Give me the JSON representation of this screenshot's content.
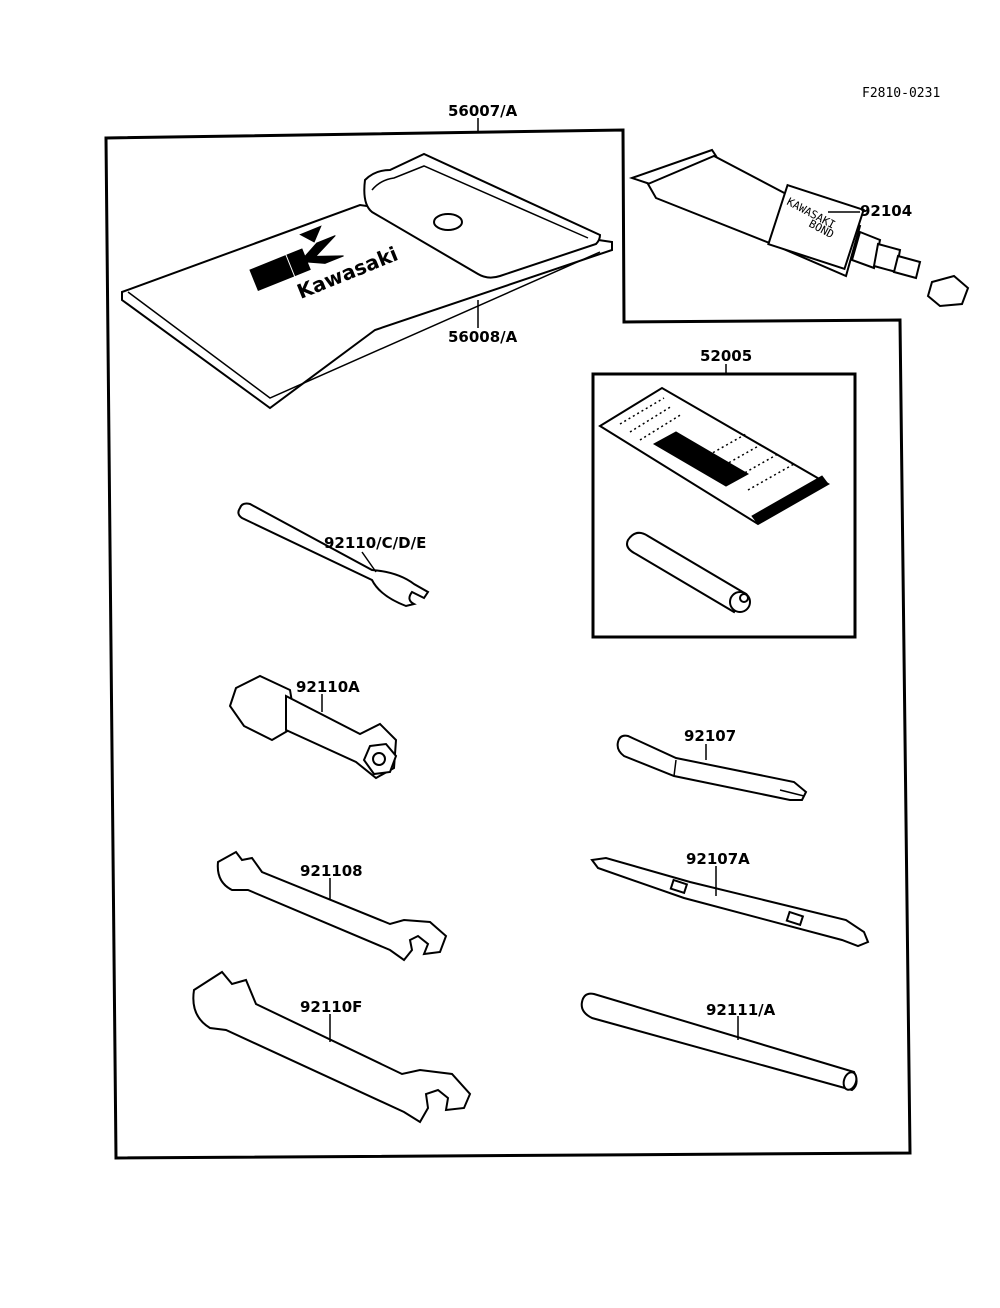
{
  "diagram_code": "F2810-0231",
  "brand_logo": "Kawasaki",
  "tube_print": [
    "KAWASAKI",
    "BOND"
  ],
  "parts": {
    "toolkit_assembly": "56007/A",
    "tool_bag": "56008/A",
    "bond_tube": "92104",
    "patch_kit": "52005",
    "hook_spanner": "92110/C/D/E",
    "plug_wrench": "92110A",
    "screwdriver": "92107",
    "wrench_small": "921108",
    "screwdriver_handle": "92107A",
    "wrench_large": "92110F",
    "bar": "92111/A"
  }
}
